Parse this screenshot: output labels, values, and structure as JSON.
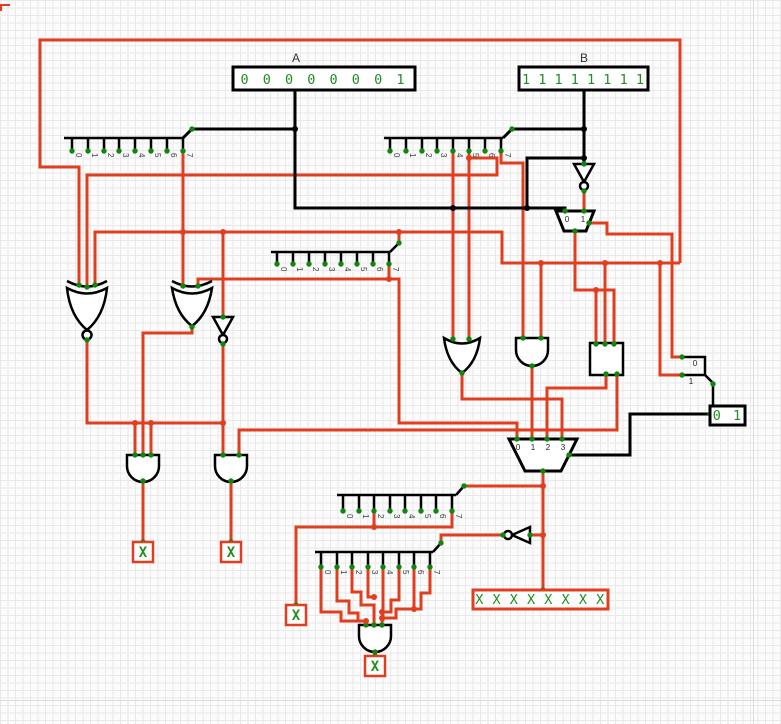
{
  "colors": {
    "wire_error": "#df3e1f",
    "wire_bus": "#000000",
    "pin_dot": "#0f870f",
    "value_text": "#1f8f1f",
    "grid": "#e9e9e9",
    "background": "#fcfcfc"
  },
  "pins": {
    "a": {
      "label": "A",
      "value": "0 0 0 0 0 0 0 1"
    },
    "b": {
      "label": "B",
      "value": "1 1 1 1 1 1 1 1"
    },
    "select": {
      "value": "0 1"
    },
    "out_bus": {
      "value": "X X X X X X X X"
    },
    "out_x1": {
      "value": "X"
    },
    "out_x2": {
      "value": "X"
    },
    "out_x3": {
      "value": "X"
    },
    "out_x4": {
      "value": "X"
    }
  },
  "splitter_pin_labels": [
    "0",
    "1",
    "2",
    "3",
    "4",
    "5",
    "6",
    "7"
  ],
  "select_splitter_labels": [
    "0",
    "1"
  ],
  "mux4_input_labels": [
    "0",
    "1",
    "2",
    "3"
  ],
  "mux2_input_labels": [
    "0",
    "1"
  ]
}
